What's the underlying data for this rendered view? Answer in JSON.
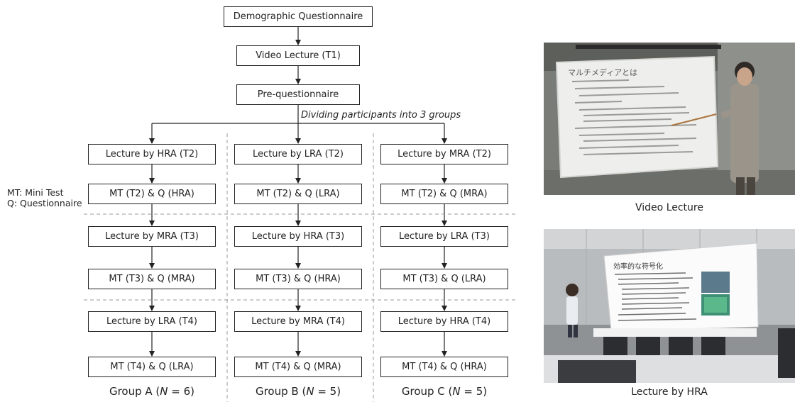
{
  "flow": {
    "top": [
      {
        "id": "demographic",
        "label": "Demographic Questionnaire"
      },
      {
        "id": "video_t1",
        "label": "Video Lecture (T1)"
      },
      {
        "id": "pre_q",
        "label": "Pre-questionnaire"
      }
    ],
    "dividing_note": "Dividing participants into 3 groups",
    "legend": [
      "MT: Mini Test",
      "Q: Questionnaire"
    ],
    "groups": [
      {
        "label": "Group A (",
        "n_symbol": "N",
        "n_value": " = 6)",
        "steps": [
          "Lecture by HRA (T2)",
          "MT (T2) & Q (HRA)",
          "Lecture by MRA (T3)",
          "MT (T3) & Q (MRA)",
          "Lecture by LRA (T4)",
          "MT (T4) & Q (LRA)"
        ]
      },
      {
        "label": "Group B (",
        "n_symbol": "N",
        "n_value": " = 5)",
        "steps": [
          "Lecture by LRA (T2)",
          "MT (T2) & Q (LRA)",
          "Lecture by HRA (T3)",
          "MT (T3) & Q (HRA)",
          "Lecture by MRA (T4)",
          "MT (T4) & Q (MRA)"
        ]
      },
      {
        "label": "Group C (",
        "n_symbol": "N",
        "n_value": " = 5)",
        "steps": [
          "Lecture by MRA (T2)",
          "MT (T2) & Q (MRA)",
          "Lecture by LRA (T3)",
          "MT (T3) & Q (LRA)",
          "Lecture by HRA (T4)",
          "MT (T4) & Q (HRA)"
        ]
      }
    ]
  },
  "photos": {
    "video": {
      "caption": "Video Lecture",
      "slide_title": "マルチメディアとは"
    },
    "hra": {
      "caption": "Lecture by HRA",
      "slide_title": "効率的な符号化"
    }
  }
}
